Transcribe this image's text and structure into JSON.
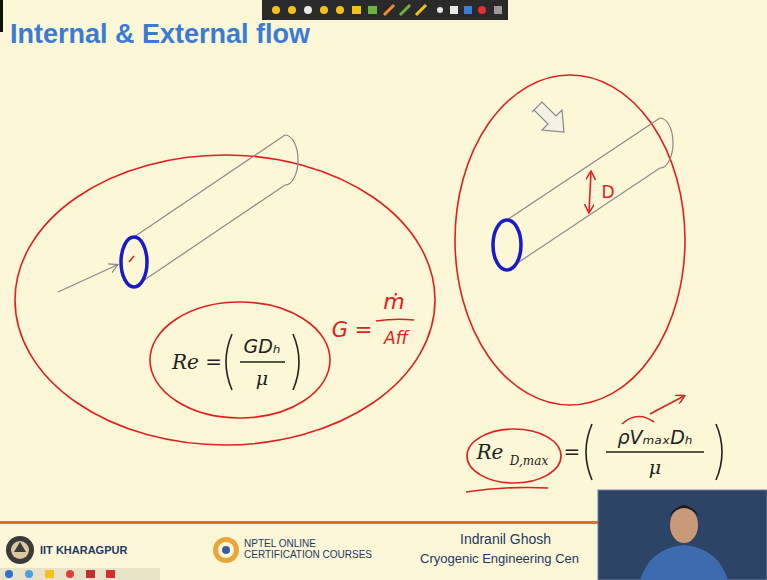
{
  "diagram": {
    "title": "Internal & External flow",
    "labels": [
      "Re =",
      "GDₕ",
      "μ",
      "G =",
      "ṁ",
      "Aff",
      "D",
      "Re",
      "D,max",
      "=",
      "ρVₘₐₓDₕ",
      "μ",
      "IIT KHARAGPUR",
      "NPTEL ONLINE CERTIFICATION COURSES",
      "Indranil Ghosh",
      "Cryogenic Engineering Cen"
    ]
  }
}
